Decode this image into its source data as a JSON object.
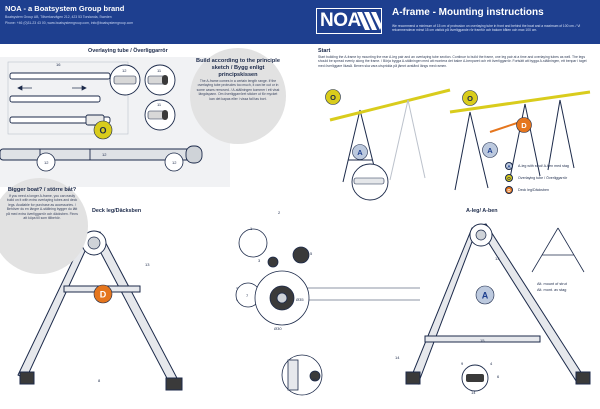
{
  "header": {
    "brand": "NOA - a Boatsystem Group brand",
    "address": "Boatsystem Group AB, Tillverkarvägen 212, 423 53 Torslanda, Sweden",
    "contact": "Phone: +46 (0)31-23 43 00, www.boatsystemgroup.com, info@boatsystemgroup.com",
    "logo": "NOA",
    "title": "A-frame - Mounting instructions",
    "recommendation": "We recommend a minimum of 15 cm of protrusion on overlaying tube in front and behind the boat and a maximum of 100 cm. / Vi rekommenderar minst 15 cm utstick på överliggande rör framför och bakom båten och max 100 cm."
  },
  "overlaying_tube": {
    "title": "Overlaying tube / Överliggarrör"
  },
  "principle_bubble": {
    "title": "Build according to the principle sketch / Bygg enligt principskissen",
    "body": "The A-frame comes in a certain length range. If the overlaying tube protrudes too much, it can be cut or in some cases removed. / A-ställningen kommer i ett visst längdspann. Om överliggarröret sticker ut för mycket kan det kapas eller i vissa fall tas bort."
  },
  "bigger_bubble": {
    "title": "Bigger boat? / större båt?",
    "body": "If you need a longer A-frame, you can easily build on it with extra overlaying tubes and deck legs. Available for purchase as accessories. / Behöver du en längre A-ställning bygger du lätt på med extra överliggarrör och däcksben. Finns att köpa till som tillbehör."
  },
  "start": {
    "title": "Start",
    "text": "Start building the A-frame by mounting the rear A-leg pair and an overlaying tube section. Continue to build the frame, one leg pair at a time and overlaying tubes as well. The legs should be spread evenly along the frame. / Börja bygga A-ställningen med att montera det bakre A-benparet och ett överliggarrör. Fortsätt att bygga A-ställningen, ett benpar i taget med överliggare likaså. Benen ska vara utspridda på jämnt avstånd längs med ramen."
  },
  "legend": [
    {
      "letter": "A",
      "label": "A-leg with strut/ A-ben med stag",
      "color": "#bcc9de",
      "text_color": "#1e3f8f"
    },
    {
      "letter": "O",
      "label": "Overlaying tube / Överliggarrör",
      "color": "#d9cc1c",
      "text_color": "#1c2a4a"
    },
    {
      "letter": "D",
      "label": "Deck leg/Däcksben",
      "color": "#e5761e",
      "text_color": "#ffffff"
    }
  ],
  "badges": {
    "O": "O",
    "A": "A",
    "D": "D"
  },
  "deck_leg": {
    "title": "Deck leg/Däcksben"
  },
  "a_leg": {
    "title": "A-leg/ A-ben"
  },
  "alt_mount": {
    "line1": "Alt. mount of strut",
    "line2": "Alt. mont. av stag"
  },
  "part_numbers": {
    "p1": "1",
    "p2": "2",
    "p3": "3",
    "p4": "4",
    "p5": "5",
    "p6": "6",
    "p7": "7",
    "p8": "8",
    "p9": "9",
    "p10": "10",
    "p11": "11",
    "p12": "12",
    "p13": "13",
    "p14": "14",
    "p15": "15",
    "p16": "16",
    "d35": "Ø35",
    "d30": "Ø30"
  },
  "colors": {
    "header_bg": "#1e3f8f",
    "bubble_bg": "#e2e2e2",
    "a_blue": "#bcc9de",
    "o_yellow": "#d9cc1c",
    "d_orange": "#e5761e"
  }
}
